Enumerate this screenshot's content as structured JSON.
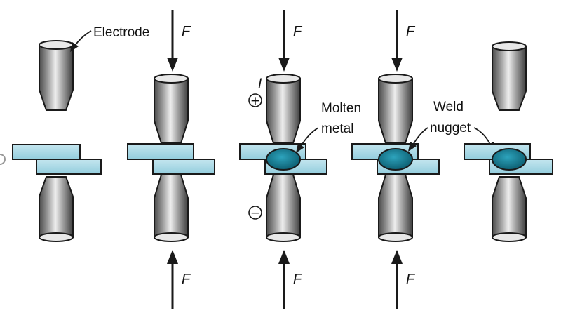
{
  "labels": {
    "electrode": "Electrode",
    "force": "F",
    "current": "I",
    "plus": "+",
    "minus": "−",
    "molten_line1": "Molten",
    "molten_line2": "metal",
    "weld_line1": "Weld",
    "weld_line2": "nugget"
  },
  "colors": {
    "sheet": "#a9d8e5",
    "nugget": "#17798f",
    "outline": "#1a1a1a",
    "electrode_dark": "#4d4d4d",
    "electrode_light": "#e6e6e6"
  }
}
